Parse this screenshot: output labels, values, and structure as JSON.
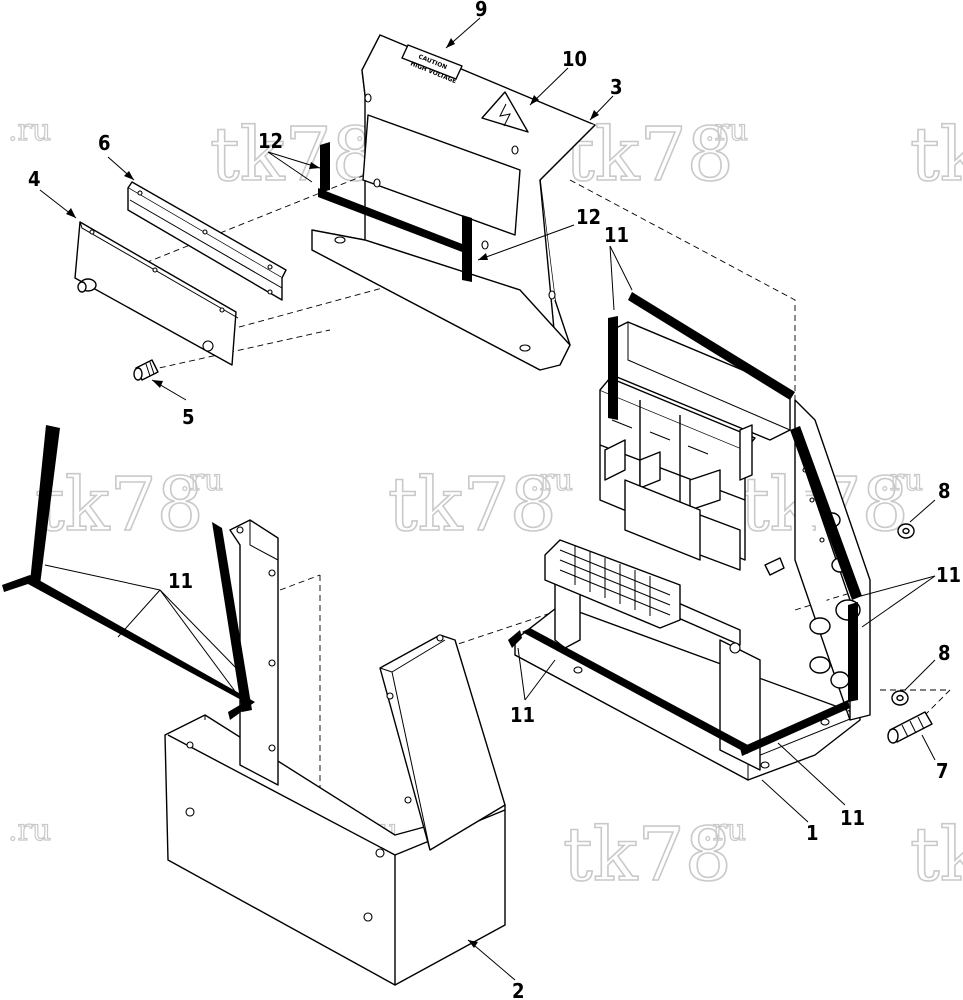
{
  "watermark": {
    "main": "tk78",
    "sub": ".ru"
  },
  "caution_label": {
    "line1": "CAUTION",
    "line2": "HIGH VOLTAGE"
  },
  "callouts": {
    "c1": "1",
    "c2": "2",
    "c3": "3",
    "c4": "4",
    "c5": "5",
    "c6": "6",
    "c7": "7",
    "c8a": "8",
    "c8b": "8",
    "c9": "9",
    "c10": "10",
    "c12a": "12",
    "c12b": "12",
    "c11a": "11",
    "c11b": "11",
    "c11c": "11",
    "c11d": "11",
    "c11e": "11"
  },
  "colors": {
    "ink": "#000000",
    "paper": "#ffffff",
    "watermark": "#c9c9c9"
  }
}
